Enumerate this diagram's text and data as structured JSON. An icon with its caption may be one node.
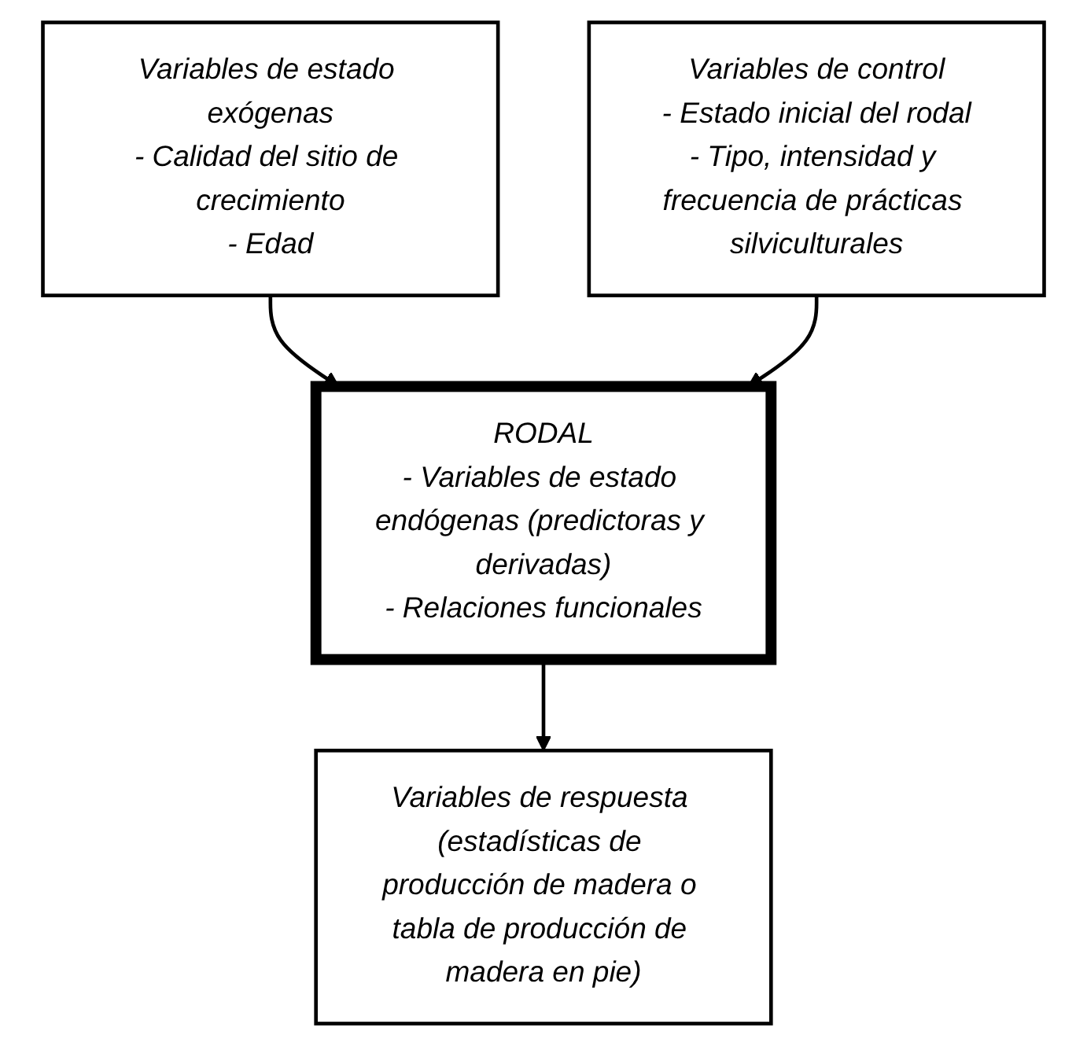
{
  "diagram": {
    "nodes": [
      {
        "text": [
          "Variables de estado exógenas",
          "- Calidad del sitio de crecimiento",
          "- Edad"
        ]
      },
      {
        "text": [
          "Variables de control",
          "- Estado inicial del rodal",
          "- Tipo, intensidad y frecuencia de prácticas silviculturales"
        ]
      },
      {
        "text": [
          "RODAL",
          "- Variables de estado endógenas (predictoras y derivadas)",
          "- Relaciones funcionales"
        ]
      },
      {
        "text": [
          "Variables de respuesta (estadísticas de producción de madera o tabla de producción de madera en pie)"
        ]
      }
    ],
    "edges": [
      {
        "from": 0,
        "to": 2,
        "arrow": "to"
      },
      {
        "from": 1,
        "to": 2,
        "arrow": "to"
      },
      {
        "from": 2,
        "to": 3,
        "arrow": "to"
      }
    ]
  }
}
